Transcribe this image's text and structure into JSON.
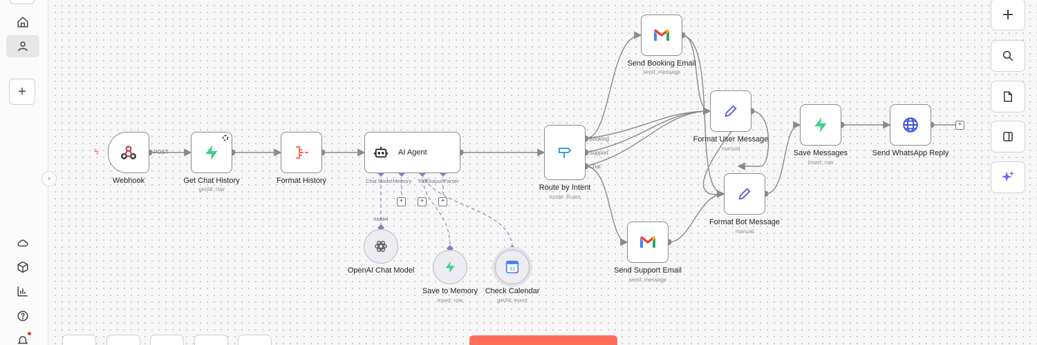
{
  "colors": {
    "accent": "#ff6d5a",
    "wire": "#8a8a8a",
    "subwire": "#8f93c2",
    "supabase": "#3ecf8e"
  },
  "sidebar": {
    "items": [
      {
        "name": "home",
        "icon": "home-icon"
      },
      {
        "name": "personal",
        "icon": "user-icon",
        "active": true
      },
      {
        "name": "add",
        "icon": "plus-icon",
        "label": "+"
      }
    ],
    "bottom": [
      {
        "icon": "cloud-icon"
      },
      {
        "icon": "box-icon"
      },
      {
        "icon": "insights-icon"
      },
      {
        "icon": "help-icon"
      },
      {
        "icon": "bell-icon"
      }
    ],
    "collapse_icon": "›"
  },
  "nodes": {
    "webhook": {
      "label": "Webhook",
      "port_label": "POST",
      "icon": "webhook-icon"
    },
    "get_chat_history": {
      "label": "Get Chat History",
      "sub": "getAll: row",
      "icon": "supabase-icon"
    },
    "format_history": {
      "label": "Format History",
      "icon": "code-icon"
    },
    "ai_agent": {
      "label": "AI Agent",
      "icon": "robot-icon",
      "ports": [
        "Chat Model",
        "Memory",
        "Tool",
        "Output Parser"
      ]
    },
    "route_by_intent": {
      "label": "Route by Intent",
      "sub": "mode: Rules",
      "icon": "switch-icon",
      "outputs": [
        "Booking",
        "Support",
        "Chat"
      ]
    },
    "send_booking_email": {
      "label": "Send Booking Email",
      "sub": "send: message",
      "icon": "gmail-icon"
    },
    "send_support_email": {
      "label": "Send Support Email",
      "sub": "send: message",
      "icon": "gmail-icon"
    },
    "format_user_message": {
      "label": "Format User Message",
      "sub": "manual",
      "icon": "pen-icon"
    },
    "format_bot_message": {
      "label": "Format Bot Message",
      "sub": "manual",
      "icon": "pen-icon"
    },
    "save_messages": {
      "label": "Save Messages",
      "sub": "insert: row",
      "icon": "supabase-icon"
    },
    "send_whatsapp_reply": {
      "label": "Send WhatsApp Reply",
      "icon": "globe-icon"
    },
    "openai_chat_model": {
      "label": "OpenAI Chat Model",
      "port_label": "Model",
      "icon": "openai-icon"
    },
    "save_to_memory": {
      "label": "Save to Memory",
      "sub": "insert: row",
      "icon": "supabase-icon"
    },
    "check_calendar": {
      "label": "Check Calendar",
      "sub": "getAll: event",
      "icon": "google-calendar-icon",
      "calendar_day": "31"
    }
  },
  "right_toolbar": [
    {
      "name": "add-node-button",
      "icon": "plus-icon"
    },
    {
      "name": "search-button",
      "icon": "search-icon"
    },
    {
      "name": "sticky-note-button",
      "icon": "note-icon"
    },
    {
      "name": "toggle-panel-button",
      "icon": "panel-icon"
    },
    {
      "name": "ai-assistant-button",
      "icon": "sparkle-icon"
    }
  ]
}
